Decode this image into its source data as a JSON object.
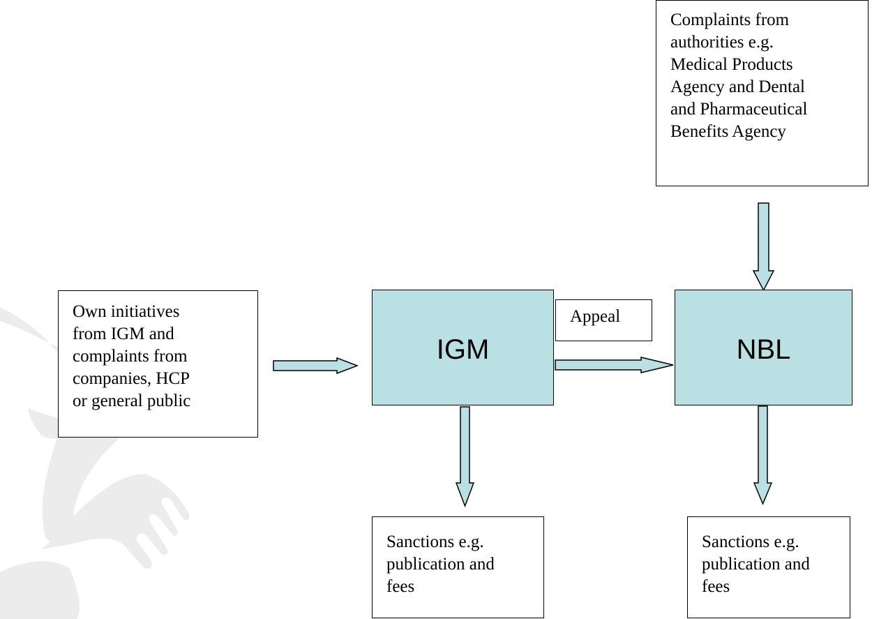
{
  "diagram": {
    "authorities_box": {
      "text": "Complaints from\nauthorities e.g.\nMedical Products\nAgency and Dental\nand Pharmaceutical\nBenefits Agency"
    },
    "initiatives_box": {
      "text": "Own initiatives\nfrom IGM and\ncomplaints from\ncompanies, HCP\nor general public"
    },
    "igm_node": {
      "label": "IGM"
    },
    "nbl_node": {
      "label": "NBL"
    },
    "appeal_label": {
      "text": "Appeal"
    },
    "igm_sanctions_box": {
      "text": "Sanctions e.g.\npublication and\nfees"
    },
    "nbl_sanctions_box": {
      "text": "Sanctions e.g.\npublication and\nfees"
    },
    "colors": {
      "node_fill": "#b9e0e3",
      "arrow_fill": "#b9e0e3",
      "outline": "#000000",
      "watermark": "#e9e9e9"
    }
  }
}
